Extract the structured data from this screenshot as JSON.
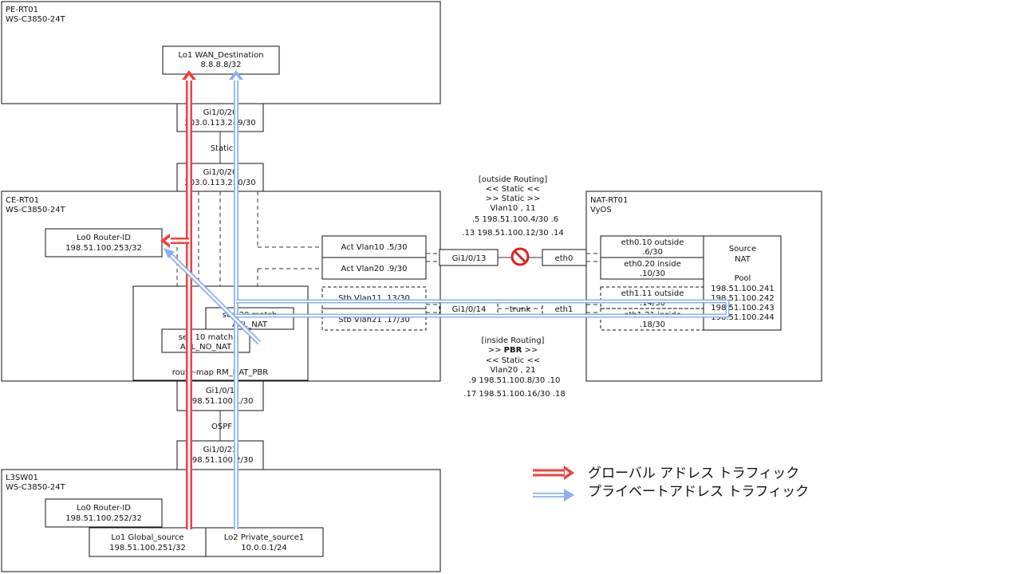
{
  "devices": {
    "pe": {
      "name": "PE-RT01",
      "model": "WS-C3850-24T"
    },
    "ce": {
      "name": "CE-RT01",
      "model": "WS-C3850-24T"
    },
    "nat": {
      "name": "NAT-RT01",
      "model": "VyOS"
    },
    "l3": {
      "name": "L3SW01",
      "model": "WS-C3850-24T"
    }
  },
  "pe_lo1": {
    "name": "Lo1 WAN_Destination",
    "ip": "8.8.8.8/32"
  },
  "pe_gi": {
    "name": "Gi1/0/20",
    "ip": "203.0.113.249/30"
  },
  "link_static": "Static",
  "ce_gi_up": {
    "name": "Gi1/0/20",
    "ip": "203.0.113.250/30"
  },
  "ce_lo0": {
    "name": "Lo0 Router-ID",
    "ip": "198.51.100.253/32"
  },
  "ce_act10": "Act Vlan10 .5/30",
  "ce_act20": "Act Vlan20 .9/30",
  "ce_stb11": "Stb Vlan11 .13/30",
  "ce_stb21": "Stb Vlan21 .17/30",
  "ce_gi13": "Gi1/0/13",
  "ce_gi14": "Gi1/0/14",
  "trunk_label": "trunk",
  "routemap": {
    "name": "route-map RM_NAT_PBR",
    "seq20_a": "seq 20 match",
    "seq20_b": "ACL_NAT",
    "seq10_a": "seq 10 match",
    "seq10_b": "ACL_NO_NAT"
  },
  "ce_gi_down": {
    "name": "Gi1/0/1",
    "ip": "198.51.100.1/30"
  },
  "link_ospf": "OSPF",
  "l3_gi": {
    "name": "Gi1/0/23",
    "ip": "198.51.100.2/30"
  },
  "l3_lo0": {
    "name": "Lo0 Router-ID",
    "ip": "198.51.100.252/32"
  },
  "l3_lo1": {
    "name": "Lo1 Global_source",
    "ip": "198.51.100.251/32"
  },
  "l3_lo2": {
    "name": "Lo2 Private_source1",
    "ip": "10.0.0.1/24"
  },
  "outside_routing": {
    "title": "[outside Routing]",
    "l1": "<< Static <<",
    "l2": ">> Static >>",
    "l3": "Vlan10 , 11",
    "r1": ".5   198.51.100.4/30   .6",
    "r2": ".13   198.51.100.12/30   .14"
  },
  "inside_routing": {
    "title": "[inside Routing]",
    "l1a": ">> ",
    "l1b": "PBR",
    "l1c": " >>",
    "l2": "<< Static <<",
    "l3": "Vlan20 , 21",
    "r1": ".9   198.51.100.8/30   .10",
    "r2": ".17   198.51.100.16/30   .18"
  },
  "nat_eth0": "eth0",
  "nat_eth1": "eth1",
  "nat_eth010": {
    "name": "eth0.10 outside",
    "ip": ".6/30"
  },
  "nat_eth020": {
    "name": "eth0.20 inside",
    "ip": ".10/30"
  },
  "nat_eth111": {
    "name": "eth1.11 outside",
    "ip": ".14/30"
  },
  "nat_eth121": {
    "name": "eth1.21 inside",
    "ip": ".18/30"
  },
  "nat_pool": {
    "title1": "Source",
    "title2": "NAT",
    "pool": "Pool",
    "ips": [
      "198.51.100.241",
      "198.51.100.242",
      "198.51.100.243",
      "198.51.100.244"
    ]
  },
  "legend": {
    "global": "グローバル アドレス トラフィック",
    "private": "プライベートアドレス トラフィック"
  },
  "colors": {
    "global": "#f04040",
    "private": "#5a8fe6",
    "blocked": "#e02020"
  }
}
